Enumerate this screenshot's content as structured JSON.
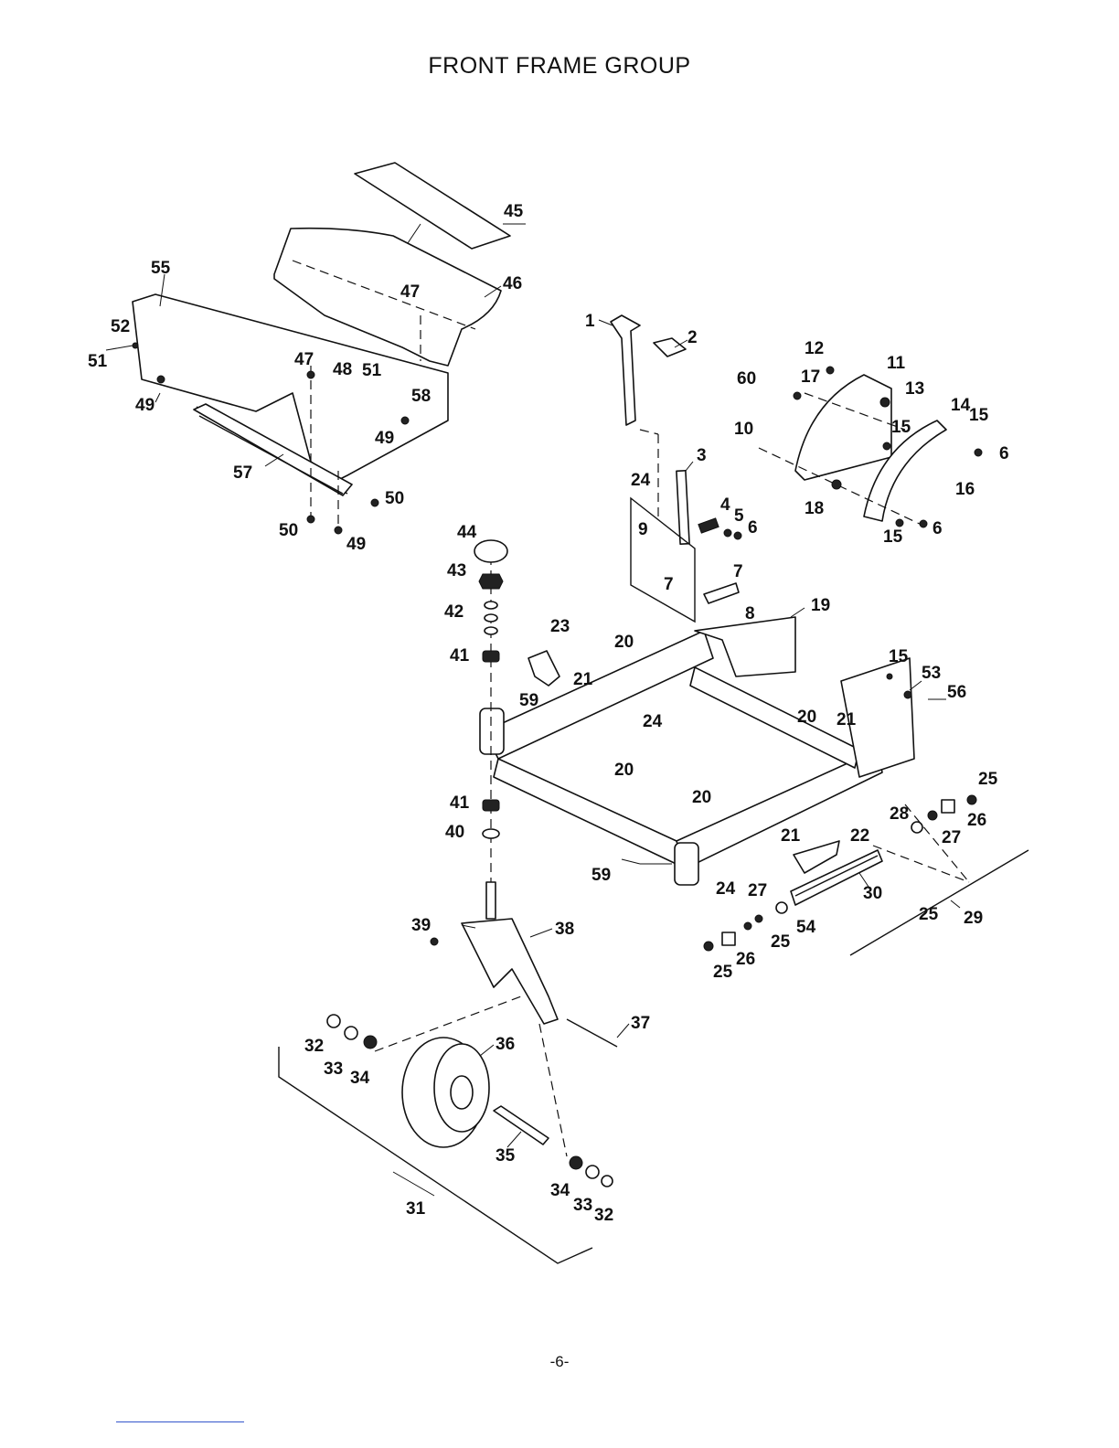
{
  "title": "FRONT FRAME GROUP",
  "page_number": "-6-",
  "callouts": [
    "1",
    "2",
    "3",
    "4",
    "5",
    "6",
    "6",
    "6",
    "7",
    "7",
    "8",
    "9",
    "10",
    "11",
    "12",
    "13",
    "14",
    "15",
    "15",
    "15",
    "15",
    "16",
    "17",
    "18",
    "19",
    "20",
    "20",
    "20",
    "20",
    "21",
    "21",
    "21",
    "22",
    "23",
    "24",
    "24",
    "24",
    "25",
    "25",
    "25",
    "25",
    "26",
    "26",
    "27",
    "27",
    "28",
    "29",
    "30",
    "31",
    "32",
    "32",
    "33",
    "33",
    "34",
    "34",
    "35",
    "36",
    "37",
    "38",
    "39",
    "40",
    "41",
    "41",
    "42",
    "43",
    "44",
    "45",
    "46",
    "47",
    "47",
    "48",
    "49",
    "49",
    "49",
    "50",
    "50",
    "51",
    "51",
    "52",
    "53",
    "54",
    "55",
    "56",
    "57",
    "58",
    "59",
    "59",
    "60"
  ]
}
